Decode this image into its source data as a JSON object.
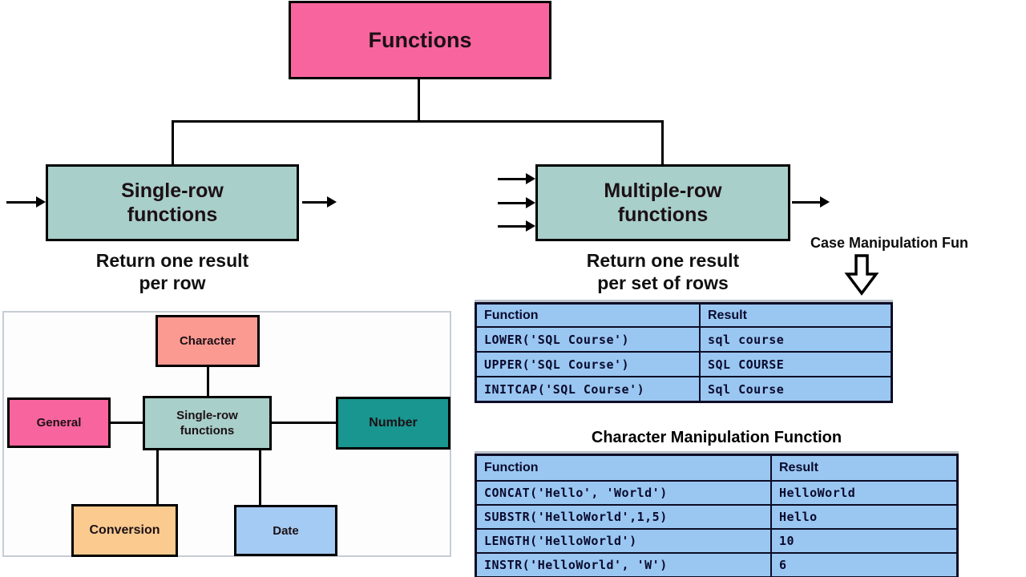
{
  "diagram": {
    "root_label": "Functions",
    "single_row": {
      "line1": "Single-row",
      "line2": "functions"
    },
    "single_caption": {
      "line1": "Return one result",
      "line2": "per row"
    },
    "multiple_row": {
      "line1": "Multiple-row",
      "line2": "functions"
    },
    "multiple_caption": {
      "line1": "Return one result",
      "line2": "per set of rows"
    }
  },
  "case_section": {
    "label": "Case Manipulation Fun"
  },
  "case_table": {
    "headers": [
      "Function",
      "Result"
    ],
    "rows": [
      {
        "function": "LOWER('SQL Course')",
        "result": "sql course"
      },
      {
        "function": "UPPER('SQL Course')",
        "result": "SQL COURSE"
      },
      {
        "function": "INITCAP('SQL Course')",
        "result": "Sql Course"
      }
    ]
  },
  "char_section": {
    "title": "Character Manipulation Function"
  },
  "char_table": {
    "headers": [
      "Function",
      "Result"
    ],
    "rows": [
      {
        "function": "CONCAT('Hello', 'World')",
        "result": "HelloWorld"
      },
      {
        "function": "SUBSTR('HelloWorld',1,5)",
        "result": "Hello"
      },
      {
        "function": "LENGTH('HelloWorld')",
        "result": "10"
      },
      {
        "function": "INSTR('HelloWorld', 'W')",
        "result": "6"
      }
    ]
  },
  "category_panel": {
    "character": "Character",
    "general": "General",
    "center": {
      "line1": "Single-row",
      "line2": "functions"
    },
    "number": "Number",
    "conversion": "Conversion",
    "date": "Date"
  },
  "colors": {
    "hot_pink": "#F8659E",
    "salmon": "#FA9A91",
    "teal_light": "#A8CFC9",
    "teal_dark": "#18968F",
    "orange": "#FACA8F",
    "light_blue_box": "#A4CBF4",
    "table_blue": "#9AC7F1",
    "table_border": "#0C0C26"
  }
}
